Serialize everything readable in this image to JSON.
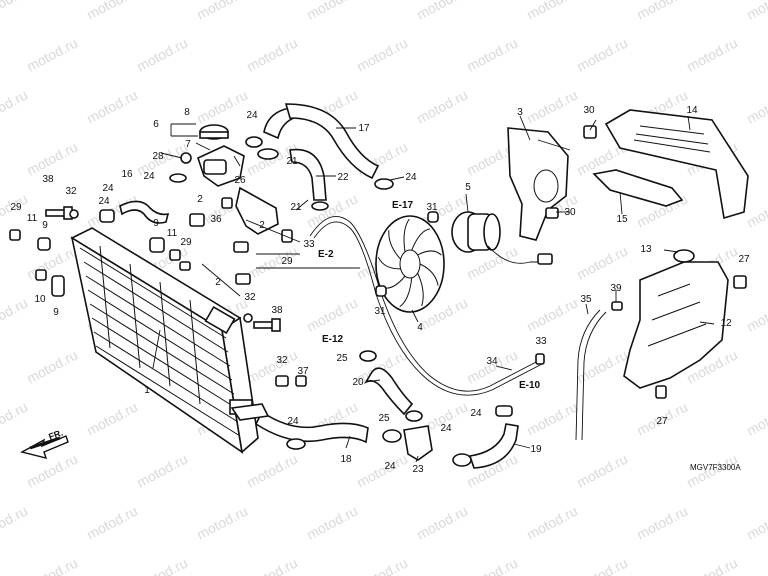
{
  "watermark": "motod.ru",
  "diagram_code": "MGV7F3300A",
  "direction_label": "FR.",
  "references": [
    "E-17",
    "E-2",
    "E-12",
    "E-10"
  ],
  "callouts": [
    "1",
    "2",
    "2",
    "2",
    "3",
    "4",
    "5",
    "6",
    "7",
    "8",
    "9",
    "9",
    "9",
    "10",
    "11",
    "11",
    "12",
    "13",
    "14",
    "15",
    "16",
    "17",
    "18",
    "19",
    "20",
    "21",
    "21",
    "22",
    "23",
    "24",
    "24",
    "24",
    "24",
    "24",
    "24",
    "24",
    "24",
    "24",
    "25",
    "25",
    "26",
    "27",
    "27",
    "28",
    "29",
    "29",
    "29",
    "30",
    "30",
    "31",
    "31",
    "32",
    "32",
    "32",
    "33",
    "33",
    "34",
    "35",
    "36",
    "37",
    "38",
    "38",
    "39"
  ],
  "colors": {
    "line": "#111111",
    "watermark": "#c9c9c9",
    "background": "#ffffff"
  }
}
